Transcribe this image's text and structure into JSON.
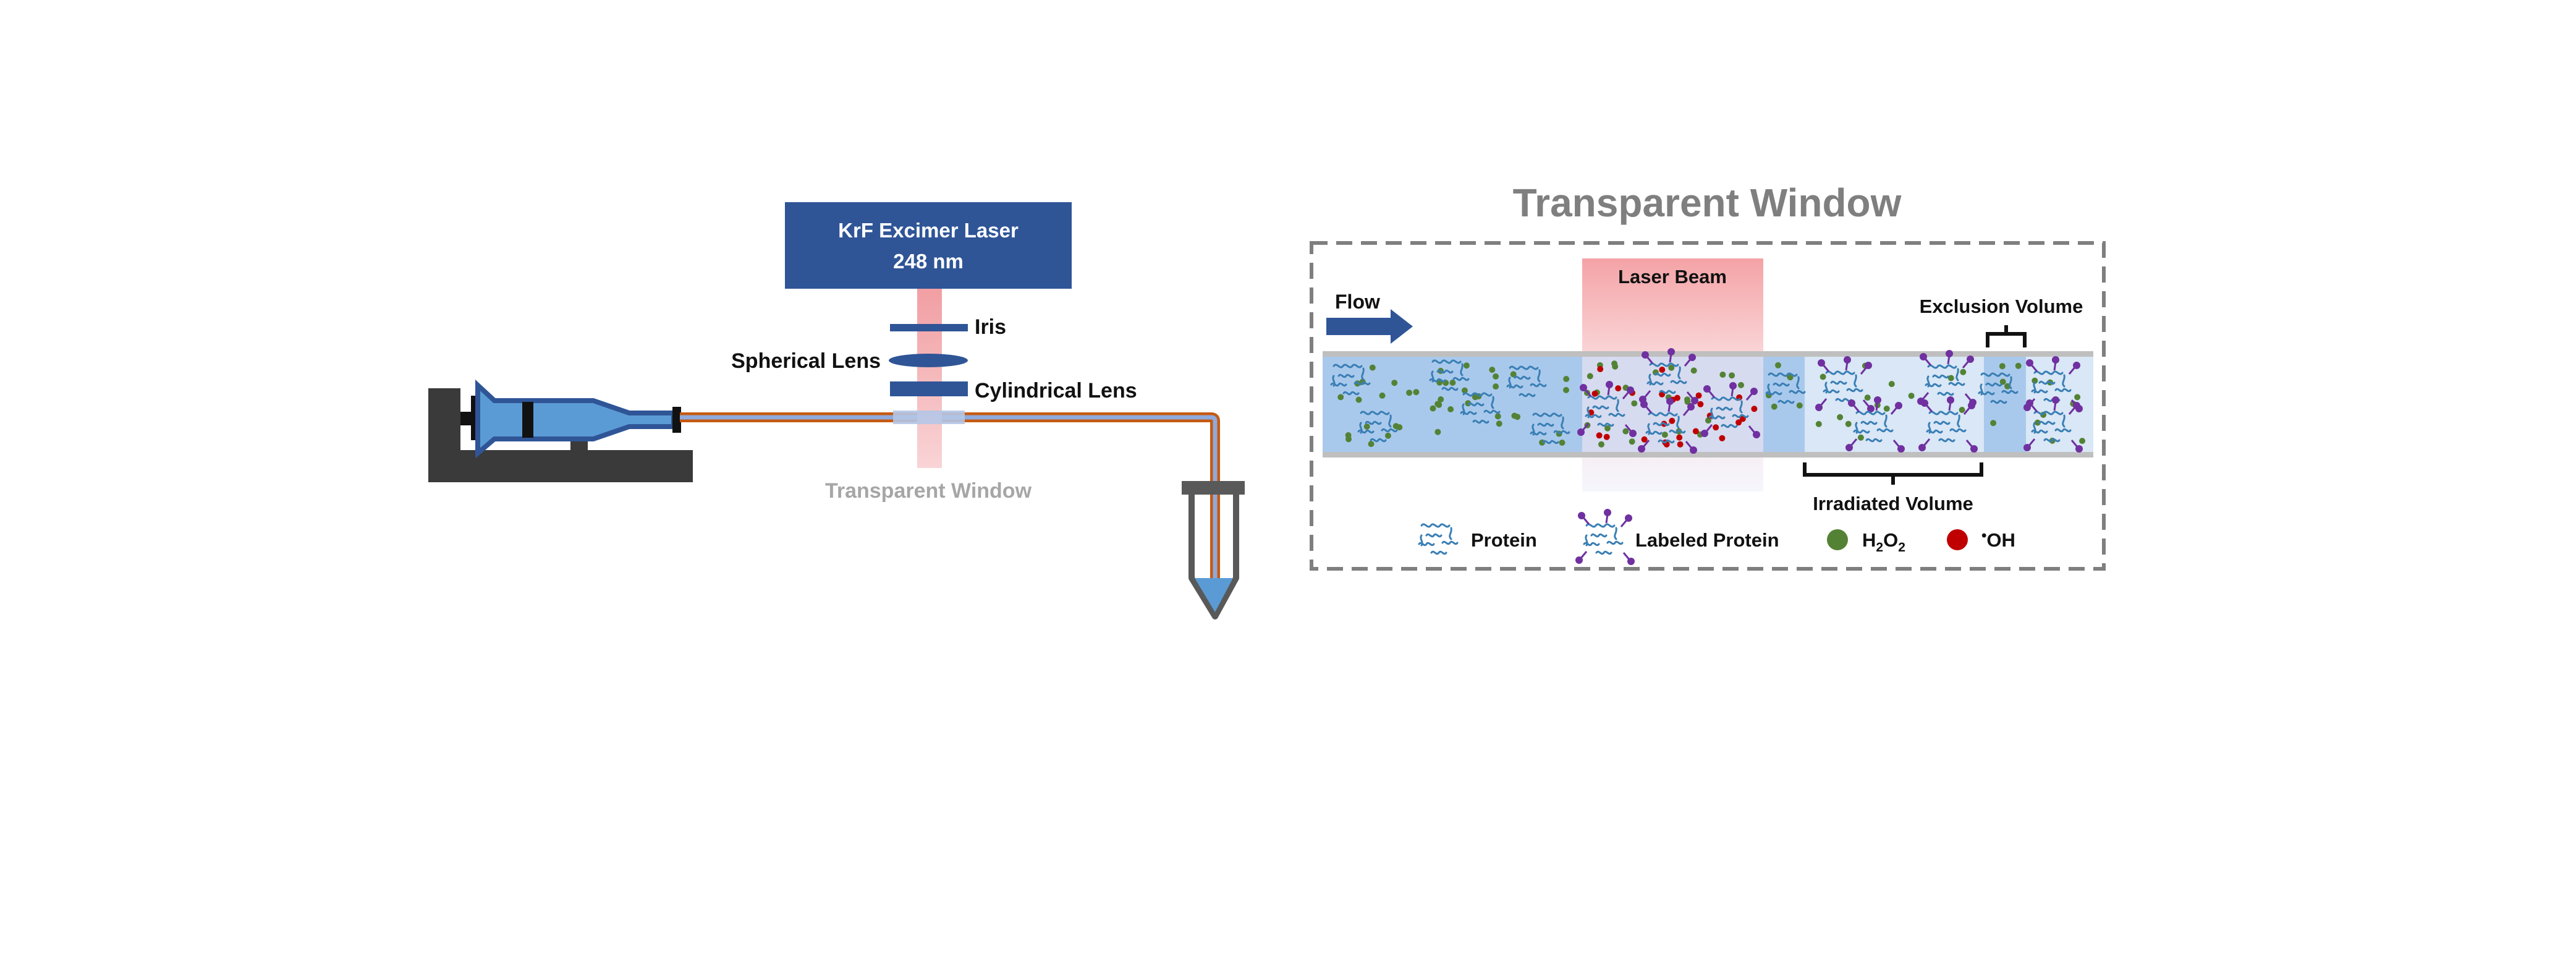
{
  "laser": {
    "line1": "KrF Excimer Laser",
    "line2": "248 nm"
  },
  "optics": {
    "iris": "Iris",
    "spherical_lens": "Spherical Lens",
    "cylindrical_lens": "Cylindrical Lens",
    "window": "Transparent Window"
  },
  "detail": {
    "title": "Transparent Window",
    "flow": "Flow",
    "laser_beam": "Laser Beam",
    "exclusion_volume": "Exclusion Volume",
    "irradiated_volume": "Irradiated Volume"
  },
  "legend": {
    "protein": "Protein",
    "labeled_protein": "Labeled Protein",
    "h2o2_h": "H",
    "h2o2_sub1": "2",
    "h2o2_o": "O",
    "h2o2_sub2": "2",
    "oh_dot": "•",
    "oh": "OH"
  },
  "colors": {
    "laser_box": "#2f5597",
    "beam": "#f4a6a8",
    "tube_orange": "#c55a11",
    "tube_blue": "#8faadc",
    "fluid": "#a9c9ec",
    "fluid_light": "#d9e7f6",
    "h2o2": "#548235",
    "oh": "#c00000",
    "label_gray": "#808080",
    "dark": "#3a3a3a"
  }
}
